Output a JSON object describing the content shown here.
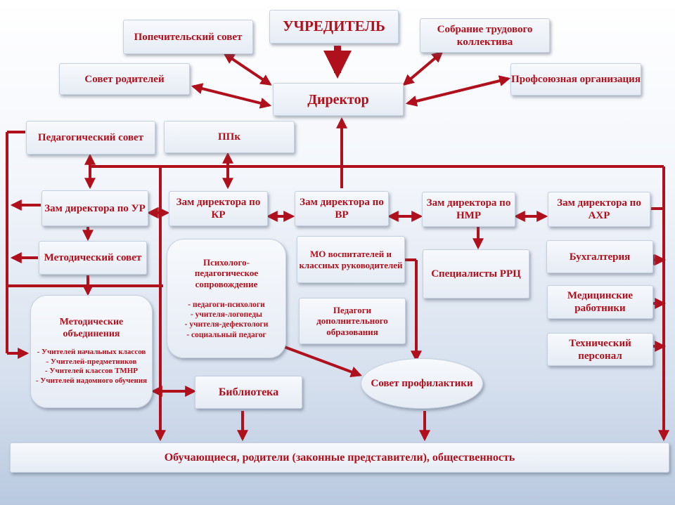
{
  "founder": "УЧРЕДИТЕЛЬ",
  "trustees": "Попечительский совет",
  "labor_assembly": "Собрание трудового коллектива",
  "parents_council": "Совет родителей",
  "union": "Профсоюзная организация",
  "director": "Директор",
  "ped_council": "Педагогический совет",
  "ppk": "ППк",
  "deputy_ur": "Зам директора по УР",
  "deputy_kr": "Зам директора по КР",
  "deputy_vr": "Зам директора по ВР",
  "deputy_nmr": "Зам директора по НМР",
  "deputy_ahr": "Зам директора по АХР",
  "method_council": "Методический совет",
  "psych_support": {
    "title": "Психолого-педагогическое сопровождение",
    "items": [
      "- педагоги-психологи",
      "- учителя-логопеды",
      "- учителя-дефектологи",
      "- социальный педагог"
    ]
  },
  "mo_educators": "МО воспитателей и классных руководителей",
  "add_educators": "Педагоги дополнительного образования",
  "rrc_specialists": "Специалисты РРЦ",
  "accounting": "Бухгалтерия",
  "medical": "Медицинские работники",
  "technical": "Технический персонал",
  "method_assoc": {
    "title": "Методические объединения",
    "items": [
      "- Учителей начальных классов",
      "- Учителей-предметников",
      "- Учителей классов ТМНР",
      "- Учителей надомного обучения"
    ]
  },
  "library": "Библиотека",
  "prevention": "Совет профилактики",
  "bottom": "Обучающиеся, родители (законные представители), общественность",
  "colors": {
    "line": "#b0101c",
    "text": "#b0101c"
  }
}
